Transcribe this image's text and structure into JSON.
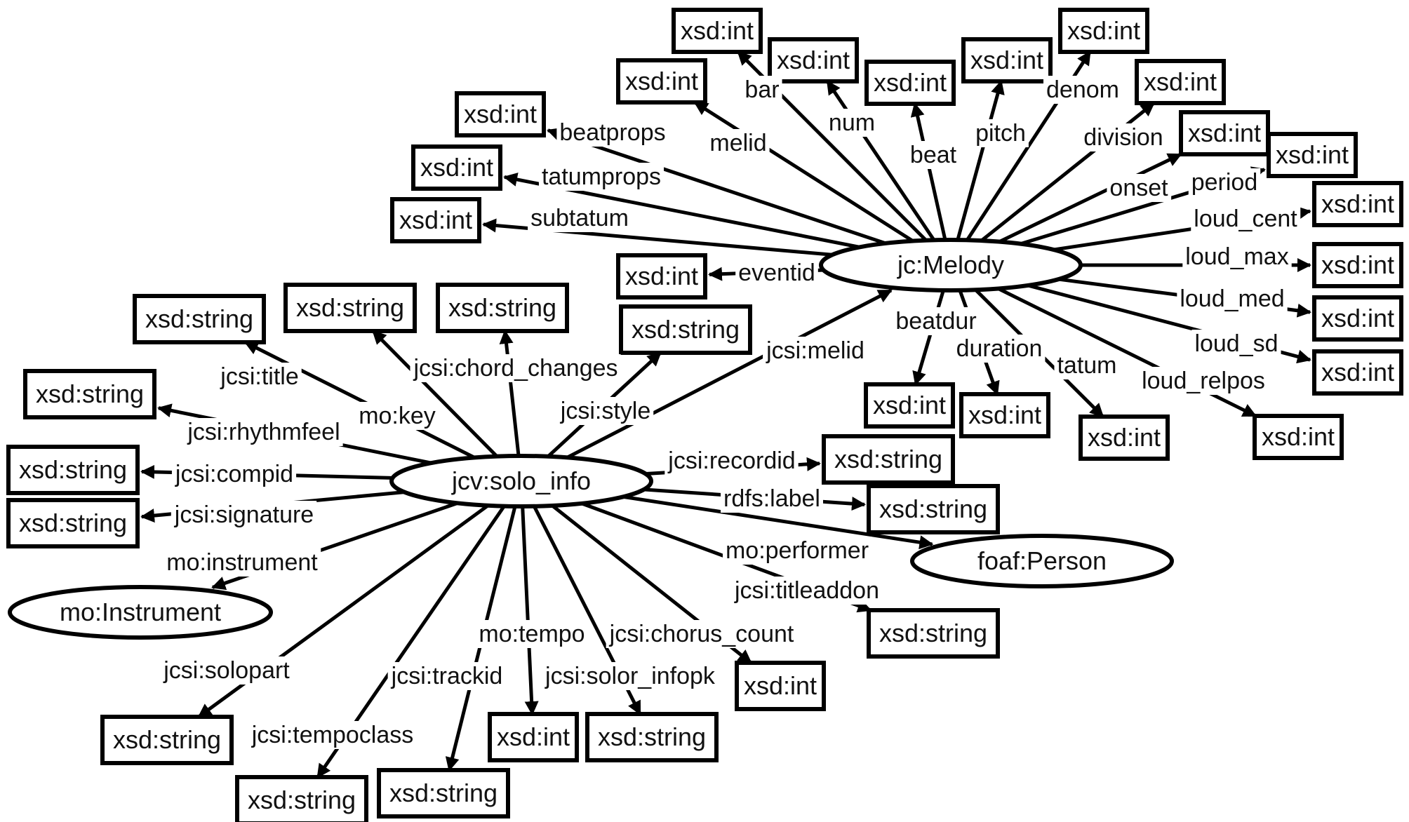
{
  "classes": {
    "melody": "jc:Melody",
    "solo_info": "jcv:solo_info",
    "person": "foaf:Person",
    "instrument": "mo:Instrument"
  },
  "literals": {
    "int": "xsd:int",
    "string": "xsd:string"
  },
  "melody_properties": [
    "bar",
    "num",
    "beat",
    "pitch",
    "denom",
    "division",
    "onset",
    "period",
    "loud_cent",
    "loud_max",
    "loud_med",
    "loud_sd",
    "loud_relpos",
    "tatum",
    "duration",
    "beatdur",
    "eventid",
    "subtatum",
    "tatumprops",
    "beatprops",
    "melid"
  ],
  "link_property": "jcsi:melid",
  "solo_info_properties": [
    "jcsi:title",
    "mo:key",
    "jcsi:chord_changes",
    "jcsi:style",
    "jcsi:rhythmfeel",
    "jcsi:compid",
    "jcsi:signature",
    "mo:instrument",
    "jcsi:solopart",
    "jcsi:tempoclass",
    "jcsi:trackid",
    "mo:tempo",
    "jcsi:solor_infopk",
    "jcsi:chorus_count",
    "jcsi:titleaddon",
    "mo:performer",
    "rdfs:label",
    "jcsi:recordid"
  ]
}
